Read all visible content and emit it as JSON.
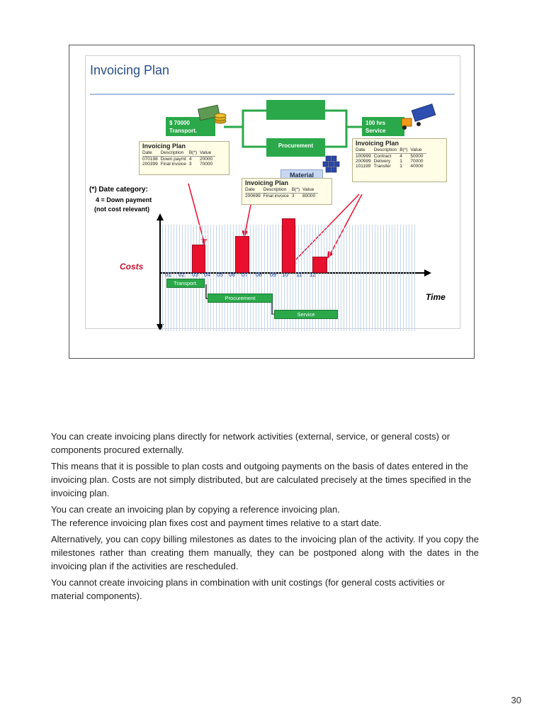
{
  "slide": {
    "title": "Invoicing Plan",
    "transport_tag": {
      "amount": "$ 70000",
      "label": "Transport."
    },
    "service_tag": {
      "amount": "100 hrs",
      "label": "Service"
    },
    "procurement_label": "Procurement",
    "material_label": "Material",
    "invoicing_plans": [
      {
        "heading": "Invoicing Plan",
        "columns": [
          "Date",
          "Description",
          "B(*)",
          "Value"
        ],
        "rows": [
          [
            "070198",
            "Down paymt",
            "4",
            "20000"
          ],
          [
            "200399",
            "Final invoice",
            "3",
            "70000"
          ]
        ]
      },
      {
        "heading": "Invoicing Plan",
        "columns": [
          "Date",
          "Description",
          "B(*)",
          "Value"
        ],
        "rows": [
          [
            "200699",
            "Final invoice",
            "3",
            "80000"
          ]
        ]
      },
      {
        "heading": "Invoicing Plan",
        "columns": [
          "Date",
          "Description",
          "B(*)",
          "Value"
        ],
        "rows": [
          [
            "100999",
            "Contract",
            "4",
            "50000"
          ],
          [
            "200999",
            "Delivery",
            "1",
            "70000"
          ],
          [
            "101199",
            "Transfer",
            "1",
            "40000"
          ]
        ]
      }
    ],
    "date_category": {
      "line1": "(*) Date category:",
      "line2": "4 = Down payment",
      "line3": "(not cost relevant)"
    },
    "costs_label": "Costs",
    "time_label": "Time",
    "months": [
      "01",
      "02",
      "03",
      "04",
      "05",
      "06",
      "07",
      "08",
      "09",
      "10",
      "11",
      "12"
    ],
    "gantt": {
      "transport": "Transport.",
      "procurement": "Procurement",
      "service": "Service"
    },
    "colors": {
      "accent_green": "#2aa84a",
      "bar_red": "#e8102e",
      "title_blue": "#2c4f8a"
    }
  },
  "body": {
    "p1": "You can create invoicing plans directly for network activities (external, service, or general costs) or components procured externally.",
    "p2": "This means that it is possible to plan costs and outgoing payments on the basis of dates entered in the invoicing plan. Costs are not simply distributed, but are calculated precisely at the times specified in the invoicing plan.",
    "p3a": "You can create an invoicing plan by copying a reference invoicing plan.",
    "p3b": "The reference invoicing plan fixes cost and payment times relative to a start date.",
    "p4": "Alternatively, you can copy billing milestones as dates to the invoicing plan of the activity. If you copy the milestones rather than creating them manually, they can be postponed along with the dates in the invoicing plan if the activities are rescheduled.",
    "p5": "You cannot create invoicing plans in combination with unit costings (for general costs activities or material components)."
  },
  "page_number": "30"
}
